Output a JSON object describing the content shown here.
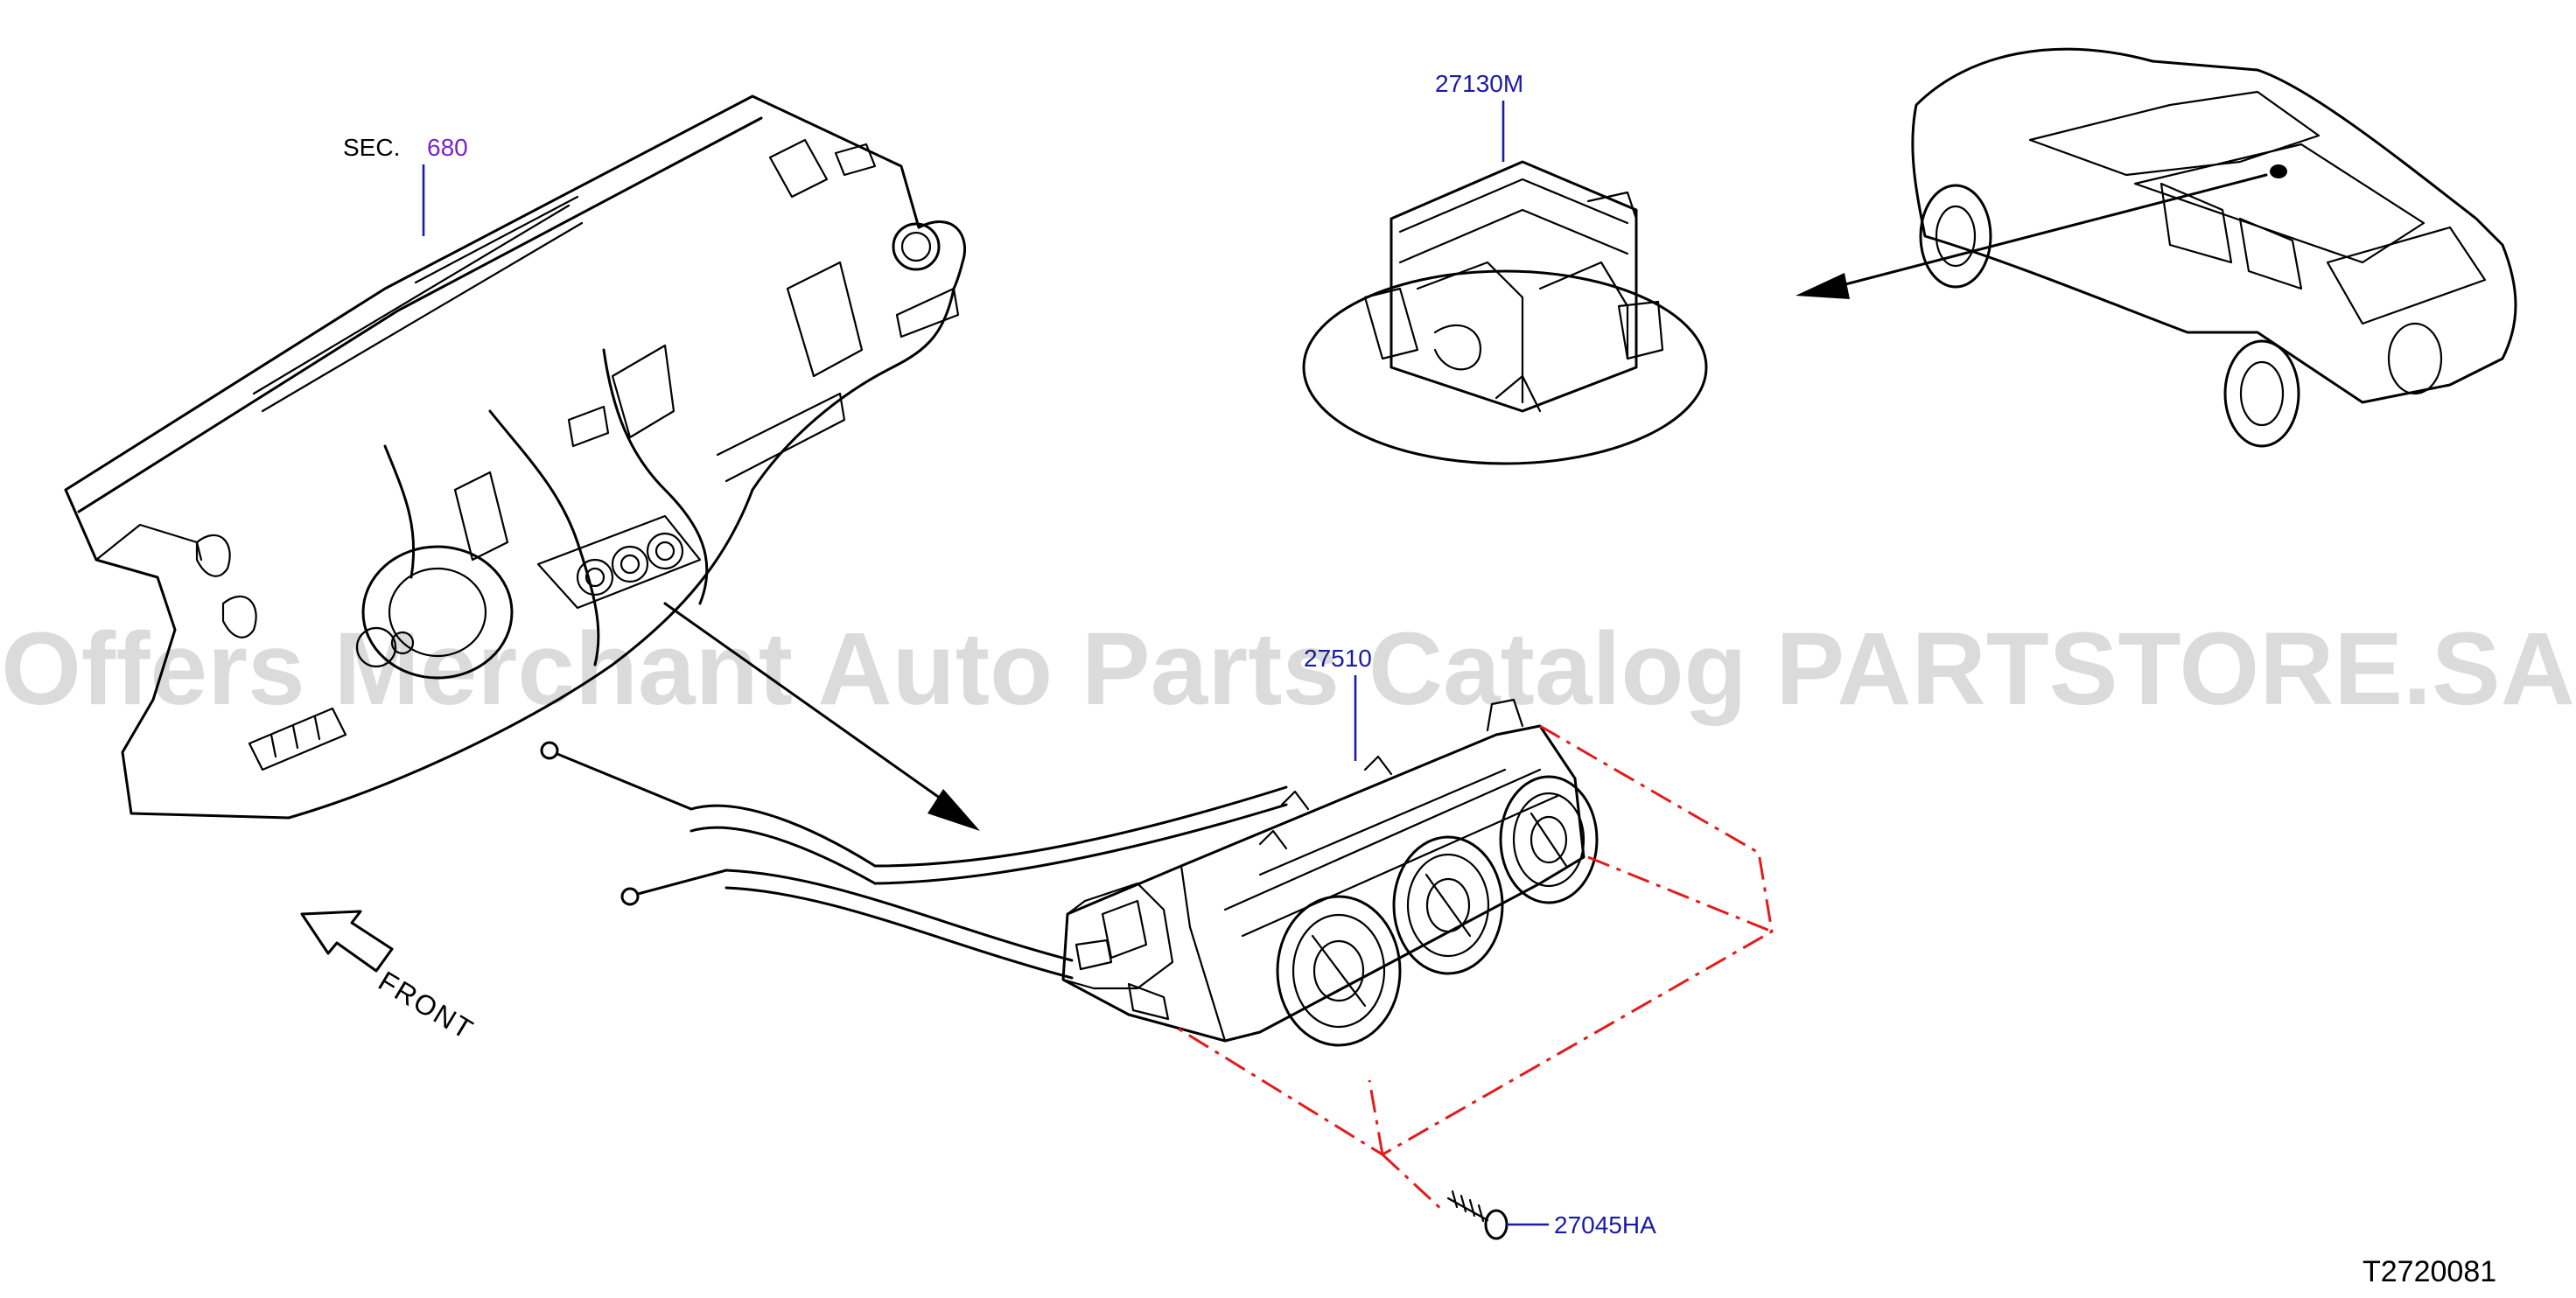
{
  "section_ref": {
    "prefix": "SEC.",
    "number": "680"
  },
  "parts": [
    {
      "id": "27130M"
    },
    {
      "id": "27510"
    },
    {
      "id": "27045HA"
    }
  ],
  "front_marker": "FRONT",
  "diagram_code": "T2720081",
  "watermark": "Offers Merchant Auto Parts Catalog PARTSTORE.SA",
  "colors": {
    "label_blue": "#1a1aa8",
    "section_purple": "#7a22c9",
    "mount_dash_red": "#e21b1b",
    "line_black": "#000000"
  }
}
